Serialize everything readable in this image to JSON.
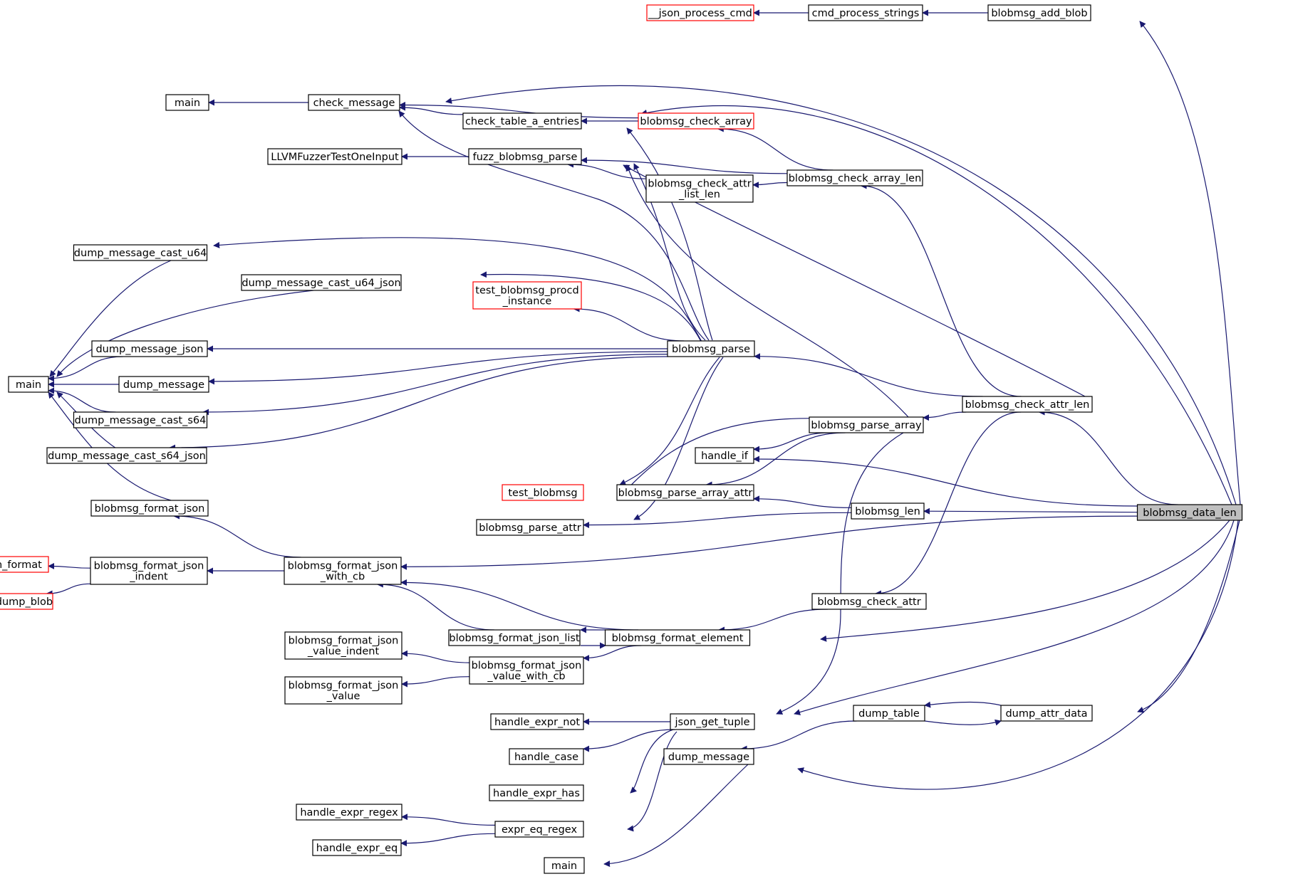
{
  "graph": {
    "colors": {
      "edge": "#191970",
      "node_border": "#000000",
      "truncated_border": "#ff0000",
      "focus_fill": "#bfbfbf",
      "node_fill": "#ffffff"
    },
    "nodes": [
      {
        "id": "blobmsg_data_len",
        "label": [
          "blobmsg_data_len"
        ],
        "style": "focus"
      },
      {
        "id": "json_process_cmd",
        "label": [
          "__json_process_cmd"
        ],
        "style": "truncated"
      },
      {
        "id": "cmd_process_strings",
        "label": [
          "cmd_process_strings"
        ],
        "style": "normal"
      },
      {
        "id": "blobmsg_add_blob",
        "label": [
          "blobmsg_add_blob"
        ],
        "style": "normal"
      },
      {
        "id": "main_1",
        "label": [
          "main"
        ],
        "style": "normal"
      },
      {
        "id": "check_message",
        "label": [
          "check_message"
        ],
        "style": "normal"
      },
      {
        "id": "check_table_a_entries",
        "label": [
          "check_table_a_entries"
        ],
        "style": "normal"
      },
      {
        "id": "blobmsg_check_array",
        "label": [
          "blobmsg_check_array"
        ],
        "style": "truncated"
      },
      {
        "id": "llvmfuzzer",
        "label": [
          "LLVMFuzzerTestOneInput"
        ],
        "style": "normal"
      },
      {
        "id": "fuzz_blobmsg_parse",
        "label": [
          "fuzz_blobmsg_parse"
        ],
        "style": "normal"
      },
      {
        "id": "blobmsg_check_array_len",
        "label": [
          "blobmsg_check_array_len"
        ],
        "style": "normal"
      },
      {
        "id": "blobmsg_check_attr_list_len",
        "label": [
          "blobmsg_check_attr",
          "_list_len"
        ],
        "style": "normal"
      },
      {
        "id": "dump_message_cast_u64",
        "label": [
          "dump_message_cast_u64"
        ],
        "style": "normal"
      },
      {
        "id": "dump_message_cast_u64_json",
        "label": [
          "dump_message_cast_u64_json"
        ],
        "style": "normal"
      },
      {
        "id": "test_blobmsg_procd_instance",
        "label": [
          "test_blobmsg_procd",
          "_instance"
        ],
        "style": "truncated"
      },
      {
        "id": "dump_message_json",
        "label": [
          "dump_message_json"
        ],
        "style": "normal"
      },
      {
        "id": "blobmsg_parse",
        "label": [
          "blobmsg_parse"
        ],
        "style": "normal"
      },
      {
        "id": "main_2",
        "label": [
          "main"
        ],
        "style": "normal"
      },
      {
        "id": "dump_message",
        "label": [
          "dump_message"
        ],
        "style": "normal"
      },
      {
        "id": "dump_message_cast_s64",
        "label": [
          "dump_message_cast_s64"
        ],
        "style": "normal"
      },
      {
        "id": "dump_message_cast_s64_json",
        "label": [
          "dump_message_cast_s64_json"
        ],
        "style": "normal"
      },
      {
        "id": "blobmsg_check_attr_len",
        "label": [
          "blobmsg_check_attr_len"
        ],
        "style": "normal"
      },
      {
        "id": "blobmsg_parse_array",
        "label": [
          "blobmsg_parse_array"
        ],
        "style": "normal"
      },
      {
        "id": "handle_if",
        "label": [
          "handle_if"
        ],
        "style": "normal"
      },
      {
        "id": "test_blobmsg",
        "label": [
          "test_blobmsg"
        ],
        "style": "truncated"
      },
      {
        "id": "blobmsg_parse_array_attr",
        "label": [
          "blobmsg_parse_array_attr"
        ],
        "style": "normal"
      },
      {
        "id": "blobmsg_len",
        "label": [
          "blobmsg_len"
        ],
        "style": "normal"
      },
      {
        "id": "blobmsg_format_json",
        "label": [
          "blobmsg_format_json"
        ],
        "style": "normal"
      },
      {
        "id": "blobmsg_parse_attr",
        "label": [
          "blobmsg_parse_attr"
        ],
        "style": "normal"
      },
      {
        "id": "jshn_format",
        "label": [
          "jshn_format"
        ],
        "style": "truncated"
      },
      {
        "id": "blobmsg_format_json_indent",
        "label": [
          "blobmsg_format_json",
          "_indent"
        ],
        "style": "normal"
      },
      {
        "id": "blobmsg_format_json_with_cb",
        "label": [
          "blobmsg_format_json",
          "_with_cb"
        ],
        "style": "normal"
      },
      {
        "id": "cert_dump_blob",
        "label": [
          "cert_dump_blob"
        ],
        "style": "truncated"
      },
      {
        "id": "blobmsg_check_attr",
        "label": [
          "blobmsg_check_attr"
        ],
        "style": "normal"
      },
      {
        "id": "blobmsg_format_json_list",
        "label": [
          "blobmsg_format_json_list"
        ],
        "style": "normal"
      },
      {
        "id": "blobmsg_format_element",
        "label": [
          "blobmsg_format_element"
        ],
        "style": "normal"
      },
      {
        "id": "blobmsg_format_json_value_indent",
        "label": [
          "blobmsg_format_json",
          "_value_indent"
        ],
        "style": "normal"
      },
      {
        "id": "blobmsg_format_json_value_with_cb",
        "label": [
          "blobmsg_format_json",
          "_value_with_cb"
        ],
        "style": "normal"
      },
      {
        "id": "blobmsg_format_json_value",
        "label": [
          "blobmsg_format_json",
          "_value"
        ],
        "style": "normal"
      },
      {
        "id": "handle_expr_not",
        "label": [
          "handle_expr_not"
        ],
        "style": "normal"
      },
      {
        "id": "json_get_tuple",
        "label": [
          "json_get_tuple"
        ],
        "style": "normal"
      },
      {
        "id": "dump_table",
        "label": [
          "dump_table"
        ],
        "style": "normal"
      },
      {
        "id": "dump_attr_data",
        "label": [
          "dump_attr_data"
        ],
        "style": "normal"
      },
      {
        "id": "handle_case",
        "label": [
          "handle_case"
        ],
        "style": "normal"
      },
      {
        "id": "dump_message_2",
        "label": [
          "dump_message"
        ],
        "style": "normal"
      },
      {
        "id": "handle_expr_has",
        "label": [
          "handle_expr_has"
        ],
        "style": "normal"
      },
      {
        "id": "handle_expr_regex",
        "label": [
          "handle_expr_regex"
        ],
        "style": "normal"
      },
      {
        "id": "expr_eq_regex",
        "label": [
          "expr_eq_regex"
        ],
        "style": "normal"
      },
      {
        "id": "handle_expr_eq",
        "label": [
          "handle_expr_eq"
        ],
        "style": "normal"
      },
      {
        "id": "main_3",
        "label": [
          "main"
        ],
        "style": "normal"
      }
    ],
    "edges": [
      {
        "from": "blobmsg_data_len",
        "to": "blobmsg_add_blob"
      },
      {
        "from": "blobmsg_add_blob",
        "to": "cmd_process_strings"
      },
      {
        "from": "cmd_process_strings",
        "to": "json_process_cmd"
      },
      {
        "from": "blobmsg_data_len",
        "to": "check_message"
      },
      {
        "from": "check_message",
        "to": "main_1"
      },
      {
        "from": "blobmsg_data_len",
        "to": "check_table_a_entries"
      },
      {
        "from": "check_table_a_entries",
        "to": "check_message"
      },
      {
        "from": "blobmsg_check_array",
        "to": "check_table_a_entries"
      },
      {
        "from": "blobmsg_check_array",
        "to": "check_message"
      },
      {
        "from": "blobmsg_check_array_len",
        "to": "blobmsg_check_array"
      },
      {
        "from": "blobmsg_check_array_len",
        "to": "fuzz_blobmsg_parse"
      },
      {
        "from": "fuzz_blobmsg_parse",
        "to": "llvmfuzzer"
      },
      {
        "from": "blobmsg_check_array_len",
        "to": "blobmsg_check_attr_list_len"
      },
      {
        "from": "blobmsg_check_attr_list_len",
        "to": "fuzz_blobmsg_parse"
      },
      {
        "from": "blobmsg_check_attr_len",
        "to": "blobmsg_check_array_len"
      },
      {
        "from": "blobmsg_check_attr_len",
        "to": "fuzz_blobmsg_parse"
      },
      {
        "from": "blobmsg_parse",
        "to": "check_message"
      },
      {
        "from": "blobmsg_parse",
        "to": "check_table_a_entries"
      },
      {
        "from": "blobmsg_parse",
        "to": "fuzz_blobmsg_parse"
      },
      {
        "from": "blobmsg_parse",
        "to": "dump_message_cast_u64"
      },
      {
        "from": "blobmsg_parse",
        "to": "dump_message_cast_u64_json"
      },
      {
        "from": "blobmsg_parse",
        "to": "test_blobmsg_procd_instance"
      },
      {
        "from": "blobmsg_parse",
        "to": "dump_message_json"
      },
      {
        "from": "blobmsg_parse",
        "to": "dump_message"
      },
      {
        "from": "blobmsg_parse",
        "to": "dump_message_cast_s64"
      },
      {
        "from": "blobmsg_parse",
        "to": "dump_message_cast_s64_json"
      },
      {
        "from": "blobmsg_parse",
        "to": "test_blobmsg"
      },
      {
        "from": "blobmsg_parse",
        "to": "blobmsg_parse_attr"
      },
      {
        "from": "dump_message_cast_u64",
        "to": "main_2"
      },
      {
        "from": "dump_message_cast_u64_json",
        "to": "main_2"
      },
      {
        "from": "dump_message_json",
        "to": "main_2"
      },
      {
        "from": "dump_message",
        "to": "main_2"
      },
      {
        "from": "dump_message_cast_s64",
        "to": "main_2"
      },
      {
        "from": "dump_message_cast_s64_json",
        "to": "main_2"
      },
      {
        "from": "blobmsg_format_json",
        "to": "main_2"
      },
      {
        "from": "blobmsg_check_attr_len",
        "to": "blobmsg_parse"
      },
      {
        "from": "blobmsg_check_attr_len",
        "to": "blobmsg_parse_array"
      },
      {
        "from": "blobmsg_parse_array",
        "to": "fuzz_blobmsg_parse"
      },
      {
        "from": "blobmsg_parse_array",
        "to": "handle_if"
      },
      {
        "from": "blobmsg_parse_array",
        "to": "test_blobmsg"
      },
      {
        "from": "blobmsg_parse_array",
        "to": "blobmsg_parse_array_attr"
      },
      {
        "from": "blobmsg_parse_array",
        "to": "json_get_tuple"
      },
      {
        "from": "blobmsg_data_len",
        "to": "blobmsg_check_attr_len"
      },
      {
        "from": "blobmsg_data_len",
        "to": "handle_if"
      },
      {
        "from": "blobmsg_data_len",
        "to": "blobmsg_len"
      },
      {
        "from": "blobmsg_len",
        "to": "blobmsg_parse_array_attr"
      },
      {
        "from": "blobmsg_len",
        "to": "blobmsg_parse_attr"
      },
      {
        "from": "blobmsg_data_len",
        "to": "blobmsg_format_json_with_cb"
      },
      {
        "from": "blobmsg_format_json_with_cb",
        "to": "blobmsg_format_json"
      },
      {
        "from": "blobmsg_format_json_with_cb",
        "to": "blobmsg_format_json_indent"
      },
      {
        "from": "blobmsg_format_json_indent",
        "to": "jshn_format"
      },
      {
        "from": "blobmsg_format_json_indent",
        "to": "cert_dump_blob"
      },
      {
        "from": "blobmsg_check_attr_len",
        "to": "blobmsg_check_attr"
      },
      {
        "from": "blobmsg_check_attr",
        "to": "blobmsg_format_element"
      },
      {
        "from": "blobmsg_data_len",
        "to": "blobmsg_format_element"
      },
      {
        "from": "blobmsg_format_element",
        "to": "blobmsg_format_json_list"
      },
      {
        "from": "blobmsg_format_json_list",
        "to": "blobmsg_format_element"
      },
      {
        "from": "blobmsg_format_json_list",
        "to": "blobmsg_format_json_with_cb"
      },
      {
        "from": "blobmsg_format_element",
        "to": "blobmsg_format_json_with_cb"
      },
      {
        "from": "blobmsg_format_element",
        "to": "blobmsg_format_json_value_with_cb"
      },
      {
        "from": "blobmsg_format_json_value_with_cb",
        "to": "blobmsg_format_json_value_indent"
      },
      {
        "from": "blobmsg_format_json_value_with_cb",
        "to": "blobmsg_format_json_value"
      },
      {
        "from": "blobmsg_data_len",
        "to": "json_get_tuple"
      },
      {
        "from": "json_get_tuple",
        "to": "handle_expr_not"
      },
      {
        "from": "json_get_tuple",
        "to": "handle_case"
      },
      {
        "from": "json_get_tuple",
        "to": "handle_expr_has"
      },
      {
        "from": "json_get_tuple",
        "to": "expr_eq_regex"
      },
      {
        "from": "expr_eq_regex",
        "to": "handle_expr_regex"
      },
      {
        "from": "expr_eq_regex",
        "to": "handle_expr_eq"
      },
      {
        "from": "blobmsg_data_len",
        "to": "dump_attr_data"
      },
      {
        "from": "dump_attr_data",
        "to": "dump_table"
      },
      {
        "from": "dump_table",
        "to": "dump_attr_data"
      },
      {
        "from": "dump_table",
        "to": "dump_message_2"
      },
      {
        "from": "blobmsg_data_len",
        "to": "dump_message_2"
      },
      {
        "from": "dump_message_2",
        "to": "main_3"
      }
    ]
  }
}
